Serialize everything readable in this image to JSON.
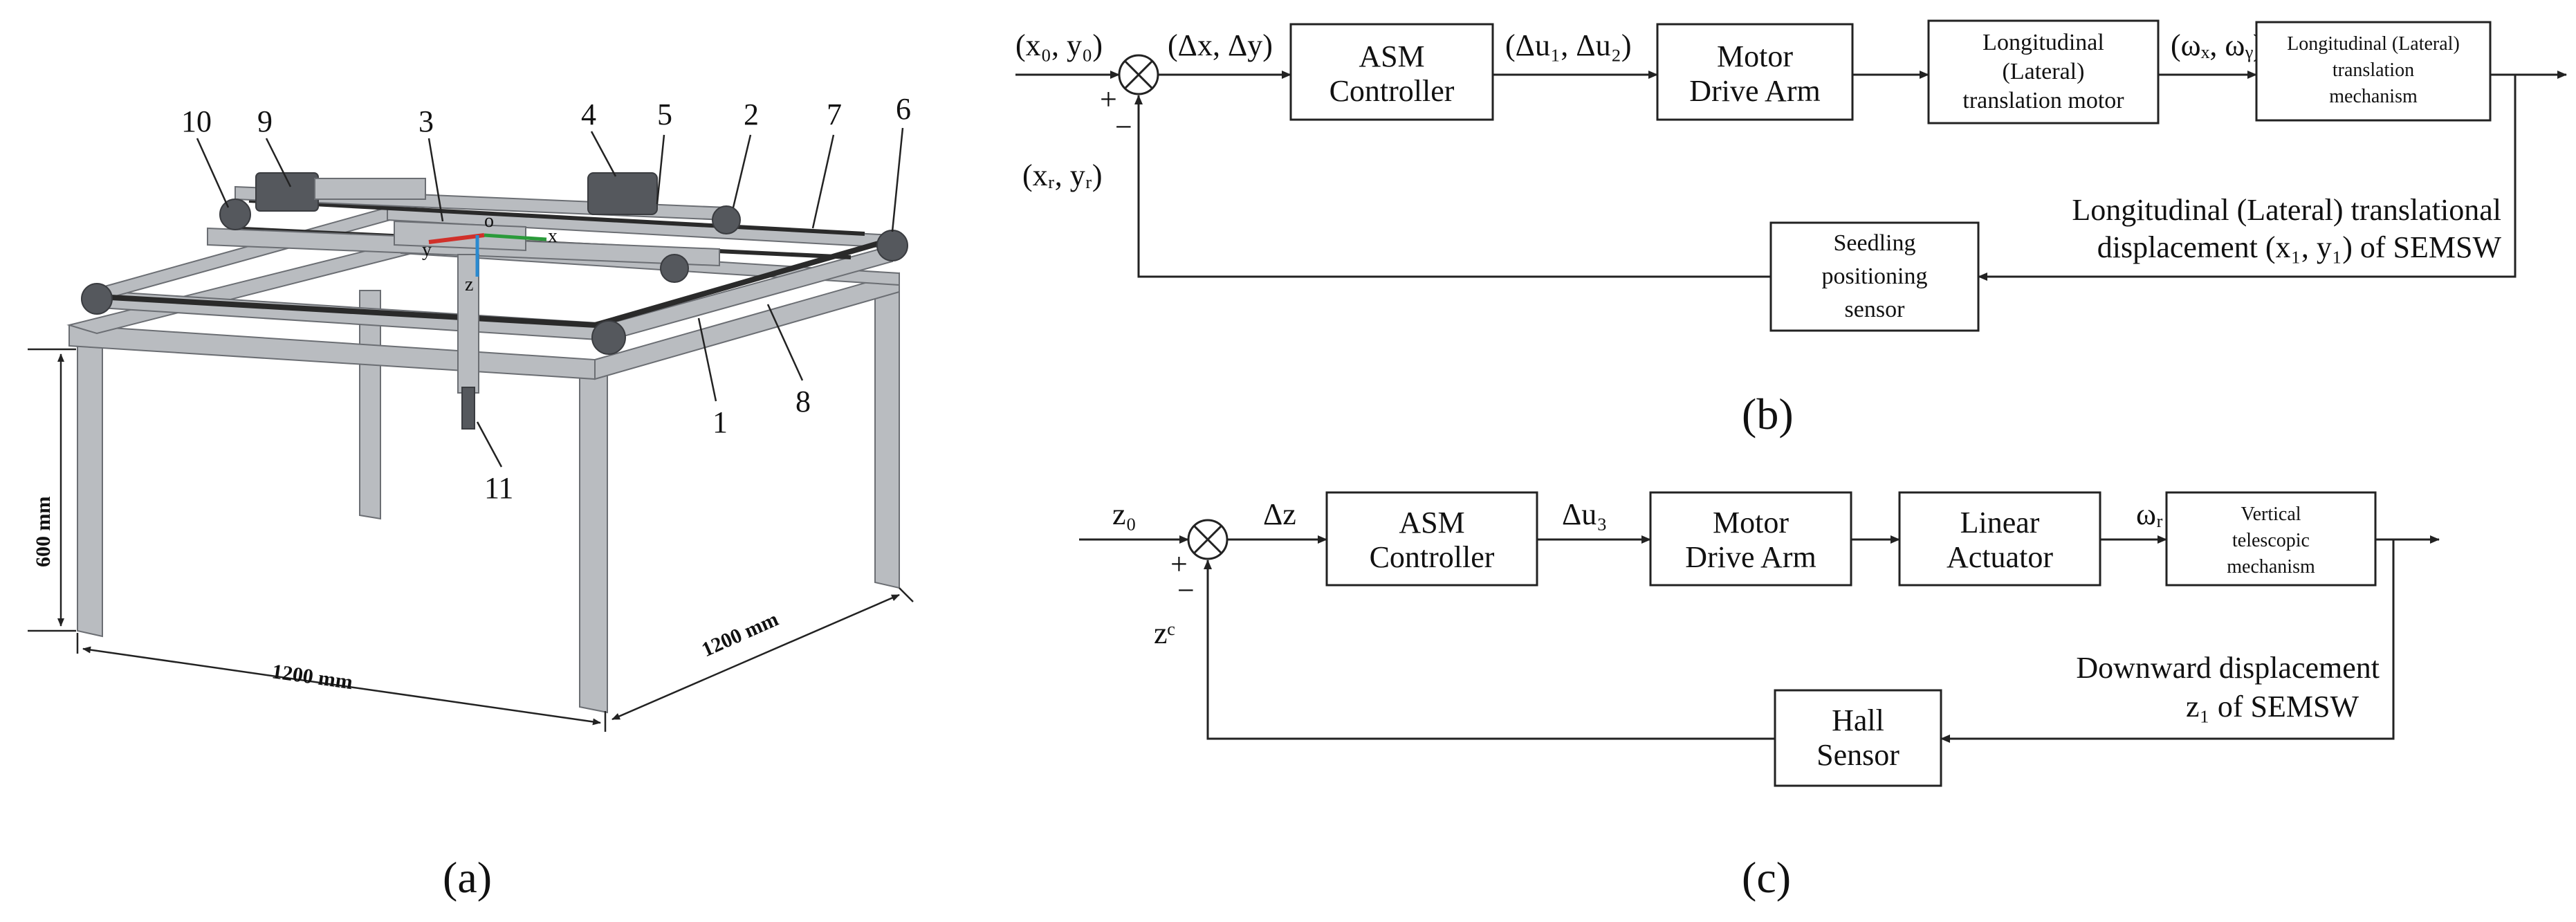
{
  "panel_a": {
    "caption": "(a)",
    "part_numbers": [
      "10",
      "9",
      "3",
      "4",
      "5",
      "2",
      "7",
      "6",
      "1",
      "8",
      "11"
    ],
    "dim_height": "600 mm",
    "dim_width_front": "1200 mm",
    "dim_width_side": "1200 mm",
    "axis_x": "x",
    "axis_y": "y",
    "axis_z": "z",
    "origin": "o"
  },
  "panel_b": {
    "caption": "(b)",
    "input": "(x₀, y₀)",
    "plus": "+",
    "minus": "−",
    "feedback_signal": "(xᵣ, yᵣ)",
    "error": "(Δx, Δy)",
    "controller": [
      "ASM",
      "Controller"
    ],
    "control_signal": "(Δu₁, Δu₂)",
    "drive": [
      "Motor",
      "Drive Arm"
    ],
    "motor": [
      "Longitudinal",
      "(Lateral)",
      "translation motor"
    ],
    "motor_output": "(ωₓ, ωᵧ)",
    "mechanism": [
      "Longitudinal (Lateral)",
      "translation",
      "mechanism"
    ],
    "output_label": [
      "Longitudinal (Lateral) translational",
      "displacement (x₁, y₁) of SEMSW"
    ],
    "sensor": [
      "Seedling",
      "positioning",
      "sensor"
    ]
  },
  "panel_c": {
    "caption": "(c)",
    "input": "z₀",
    "plus": "+",
    "minus": "−",
    "feedback_signal": "zᶜ",
    "error": "Δz",
    "controller": [
      "ASM",
      "Controller"
    ],
    "control_signal": "Δu₃",
    "drive": [
      "Motor",
      "Drive Arm"
    ],
    "actuator": [
      "Linear",
      "Actuator"
    ],
    "actuator_output": "ωᵣ",
    "mechanism": [
      "Vertical",
      "telescopic",
      "mechanism"
    ],
    "output_label": [
      "Downward displacement",
      "z₁ of SEMSW"
    ],
    "sensor": [
      "Hall",
      "Sensor"
    ]
  }
}
